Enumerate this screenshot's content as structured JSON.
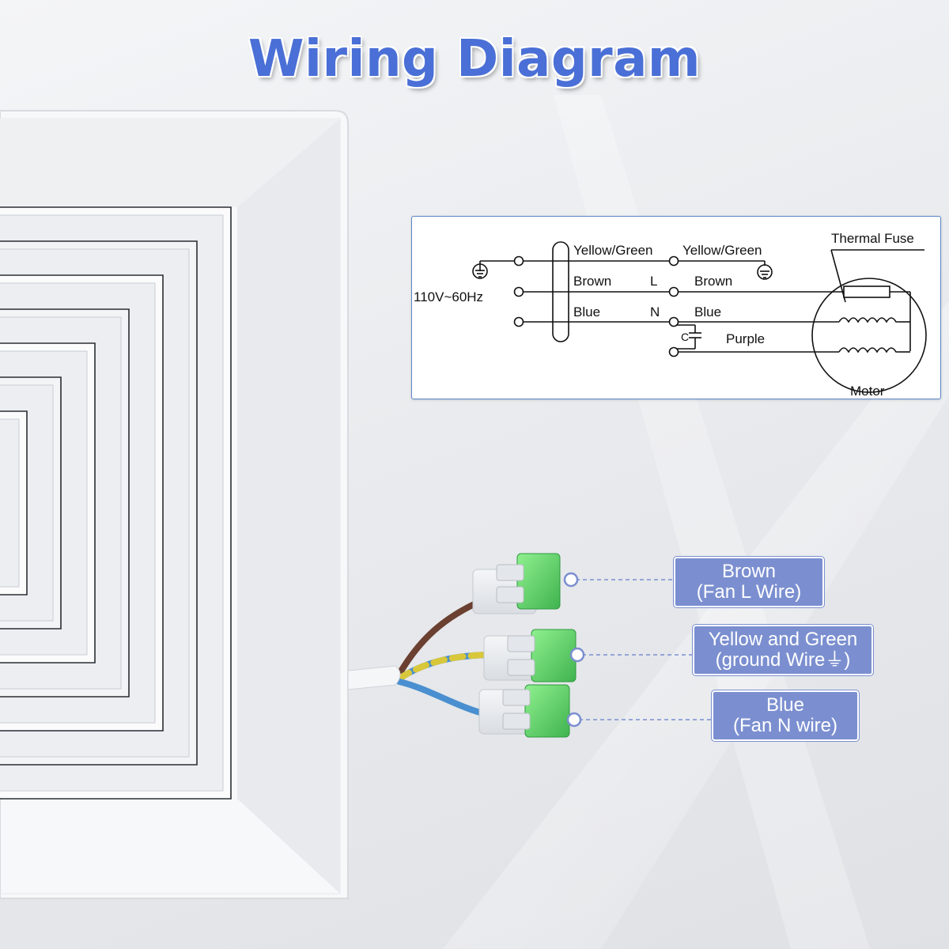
{
  "title": "Wiring Diagram",
  "schematic": {
    "voltage": "110V~60Hz",
    "left_wires": [
      "Yellow/Green",
      "Brown",
      "Blue"
    ],
    "right_wires": [
      "Yellow/Green",
      "Brown",
      "Blue"
    ],
    "terminal_L": "L",
    "terminal_N": "N",
    "capacitor_label": "C",
    "purple": "Purple",
    "thermal_fuse": "Thermal Fuse",
    "motor": "Motor"
  },
  "callouts": [
    {
      "line1": "Brown",
      "line2": "(Fan L Wire)",
      "color": "#7b8fd0"
    },
    {
      "line1": "Yellow and Green",
      "line2": "(ground Wire⏚)",
      "color": "#7b8fd0"
    },
    {
      "line1": "Blue",
      "line2": "(Fan N wire)",
      "color": "#7b8fd0"
    }
  ],
  "colors": {
    "title": "#4a6fd6",
    "brown_wire": "#6b4030",
    "yellow_green_wire": "#d8c73a",
    "blue_wire": "#4a8fd0",
    "connector_green": "#5fd36a"
  }
}
